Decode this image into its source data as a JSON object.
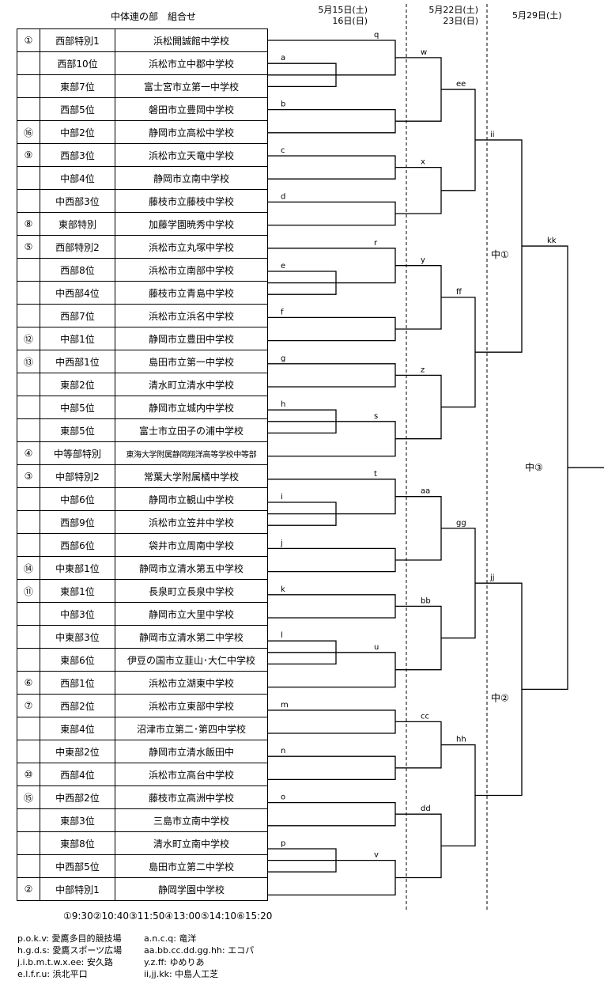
{
  "header": {
    "title": "中体連の部　組合せ",
    "round1_date_a": "5月15日(土)",
    "round1_date_b": "16日(日)",
    "round2_date_a": "5月22日(土)",
    "round2_date_b": "23日(日)",
    "round3_date": "5月29日(土)"
  },
  "teams": [
    {
      "seed": "①",
      "rank": "西部特別1",
      "school": "浜松開誠館中学校"
    },
    {
      "seed": "",
      "rank": "西部10位",
      "school": "浜松市立中郡中学校"
    },
    {
      "seed": "",
      "rank": "東部7位",
      "school": "富士宮市立第一中学校"
    },
    {
      "seed": "",
      "rank": "西部5位",
      "school": "磐田市立豊岡中学校"
    },
    {
      "seed": "⑯",
      "rank": "中部2位",
      "school": "静岡市立高松中学校"
    },
    {
      "seed": "⑨",
      "rank": "西部3位",
      "school": "浜松市立天竜中学校"
    },
    {
      "seed": "",
      "rank": "中部4位",
      "school": "静岡市立南中学校"
    },
    {
      "seed": "",
      "rank": "中西部3位",
      "school": "藤枝市立藤枝中学校"
    },
    {
      "seed": "⑧",
      "rank": "東部特別",
      "school": "加藤学園暁秀中学校"
    },
    {
      "seed": "⑤",
      "rank": "西部特別2",
      "school": "浜松市立丸塚中学校"
    },
    {
      "seed": "",
      "rank": "西部8位",
      "school": "浜松市立南部中学校"
    },
    {
      "seed": "",
      "rank": "中西部4位",
      "school": "藤枝市立青島中学校"
    },
    {
      "seed": "",
      "rank": "西部7位",
      "school": "浜松市立浜名中学校"
    },
    {
      "seed": "⑫",
      "rank": "中部1位",
      "school": "静岡市立豊田中学校"
    },
    {
      "seed": "⑬",
      "rank": "中西部1位",
      "school": "島田市立第一中学校"
    },
    {
      "seed": "",
      "rank": "東部2位",
      "school": "清水町立清水中学校"
    },
    {
      "seed": "",
      "rank": "中部5位",
      "school": "静岡市立城内中学校"
    },
    {
      "seed": "",
      "rank": "東部5位",
      "school": "富士市立田子の浦中学校"
    },
    {
      "seed": "④",
      "rank": "中等部特別",
      "school": "東海大学附属静岡翔洋高等学校中等部"
    },
    {
      "seed": "③",
      "rank": "中部特別2",
      "school": "常葉大学附属橘中学校"
    },
    {
      "seed": "",
      "rank": "中部6位",
      "school": "静岡市立観山中学校"
    },
    {
      "seed": "",
      "rank": "西部9位",
      "school": "浜松市立笠井中学校"
    },
    {
      "seed": "",
      "rank": "西部6位",
      "school": "袋井市立周南中学校"
    },
    {
      "seed": "⑭",
      "rank": "中東部1位",
      "school": "静岡市立清水第五中学校"
    },
    {
      "seed": "⑪",
      "rank": "東部1位",
      "school": "長泉町立長泉中学校"
    },
    {
      "seed": "",
      "rank": "中部3位",
      "school": "静岡市立大里中学校"
    },
    {
      "seed": "",
      "rank": "中東部3位",
      "school": "静岡市立清水第二中学校"
    },
    {
      "seed": "",
      "rank": "東部6位",
      "school": "伊豆の国市立韮山･大仁中学校"
    },
    {
      "seed": "⑥",
      "rank": "西部1位",
      "school": "浜松市立湖東中学校"
    },
    {
      "seed": "⑦",
      "rank": "西部2位",
      "school": "浜松市立東部中学校"
    },
    {
      "seed": "",
      "rank": "東部4位",
      "school": "沼津市立第二･第四中学校"
    },
    {
      "seed": "",
      "rank": "中東部2位",
      "school": "静岡市立清水飯田中"
    },
    {
      "seed": "⑩",
      "rank": "西部4位",
      "school": "浜松市立高台中学校"
    },
    {
      "seed": "⑮",
      "rank": "中西部2位",
      "school": "藤枝市立高洲中学校"
    },
    {
      "seed": "",
      "rank": "東部3位",
      "school": "三島市立南中学校"
    },
    {
      "seed": "",
      "rank": "東部8位",
      "school": "清水町立南中学校"
    },
    {
      "seed": "",
      "rank": "中西部5位",
      "school": "島田市立第二中学校"
    },
    {
      "seed": "②",
      "rank": "中部特別1",
      "school": "静岡学園中学校"
    }
  ],
  "bracket_labels": {
    "q": "q",
    "a": "a",
    "b": "b",
    "c": "c",
    "d": "d",
    "r": "r",
    "e": "e",
    "f": "f",
    "g": "g",
    "h": "h",
    "s": "s",
    "t": "t",
    "i": "i",
    "j": "j",
    "k": "k",
    "l": "l",
    "u": "u",
    "m": "m",
    "n": "n",
    "o": "o",
    "p": "p",
    "v": "v",
    "w": "w",
    "x": "x",
    "y": "y",
    "z": "z",
    "aa": "aa",
    "bb": "bb",
    "cc": "cc",
    "dd": "dd",
    "ee": "ee",
    "ff": "ff",
    "gg": "gg",
    "hh": "hh",
    "ii": "ii",
    "jj": "jj",
    "kk": "kk",
    "semi1": "中①",
    "semi2": "中②",
    "final": "中③"
  },
  "times": "①9:30②10:40③11:50④13:00⑤14:10⑥15:20",
  "venues": [
    "p.o.k.v: 愛鷹多目的競技場",
    "h.g.d.s: 愛鷹スポーツ広場",
    "j.i.b.m.t.w.x.ee: 安久路",
    "e.l.f.r.u: 浜北平口",
    "a.n.c.q: 竜洋",
    "aa.bb.cc.dd.gg.hh: エコパ",
    "y.z.ff: ゆめりあ",
    "ii,jj.kk: 中島人工芝"
  ]
}
